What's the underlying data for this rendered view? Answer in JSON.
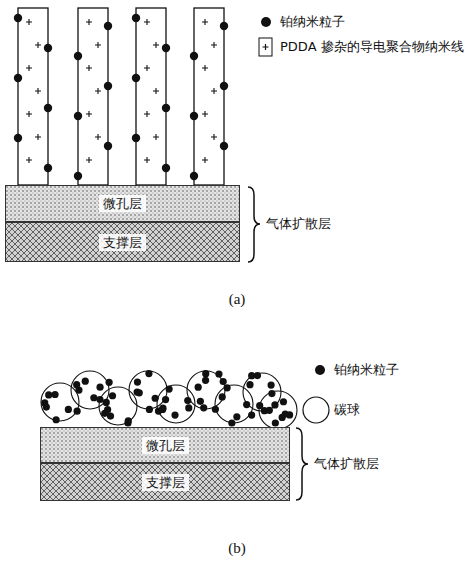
{
  "diagram": {
    "nodes": [
      {
        "text": [
          "微孔层"
        ]
      },
      {
        "text": [
          "支撑层"
        ]
      },
      {
        "text": [
          "微孔层"
        ]
      },
      {
        "text": [
          "支撑层"
        ]
      }
    ],
    "labels": [
      "气体扩散层",
      "(a)",
      "气体扩散层",
      "(b)"
    ],
    "legend": [
      {
        "text": "铂纳米粒子"
      },
      {
        "text": "PDDA 掺杂的导电聚合物纳米线"
      },
      {
        "text": "铂纳米粒子"
      },
      {
        "text": "碳球"
      }
    ]
  }
}
